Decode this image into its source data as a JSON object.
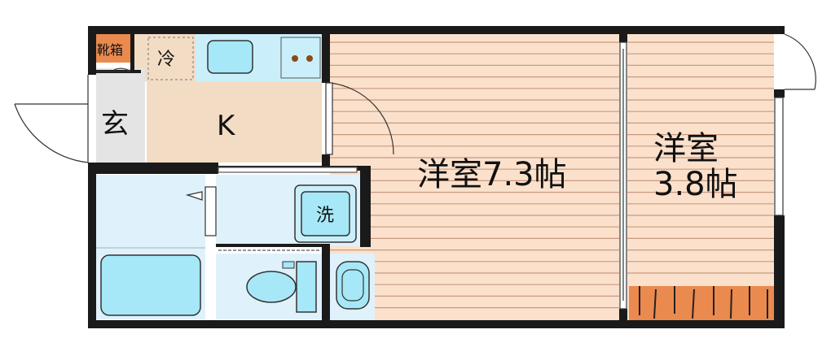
{
  "rooms": {
    "western_main": {
      "label": "洋室7.3帖"
    },
    "western_small": {
      "label_line1": "洋室",
      "label_line2": "3.8帖"
    },
    "kitchen": {
      "label": "K"
    },
    "entrance": {
      "label": "玄"
    },
    "shoe_box": {
      "label": "靴箱"
    },
    "fridge": {
      "label": "冷"
    },
    "washer": {
      "label": "洗"
    }
  },
  "colors": {
    "wall": "#1a1a1a",
    "floor_wood": "#fbe1cc",
    "floor_line": "#c89a80",
    "kitchen_floor": "#f3dcc4",
    "wet_area": "#dff1fb",
    "fixture_blue": "#a6e8f7",
    "entrance": "#e4e4e4",
    "storage": "#ea8a4e"
  }
}
